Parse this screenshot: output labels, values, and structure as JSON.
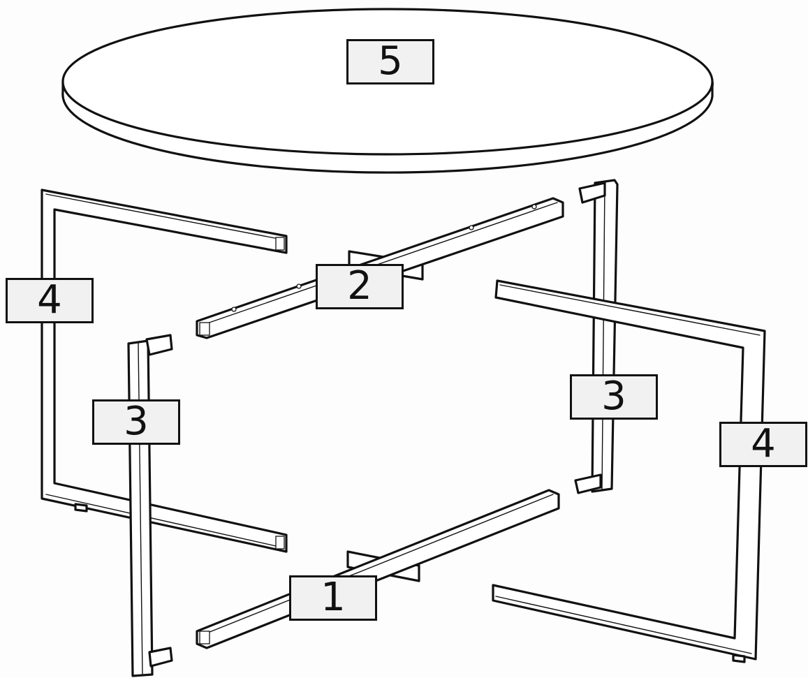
{
  "diagram": {
    "parts": [
      {
        "number": "1"
      },
      {
        "number": "2"
      },
      {
        "number": "3"
      },
      {
        "number": "3"
      },
      {
        "number": "4"
      },
      {
        "number": "4"
      },
      {
        "number": "5"
      }
    ]
  }
}
